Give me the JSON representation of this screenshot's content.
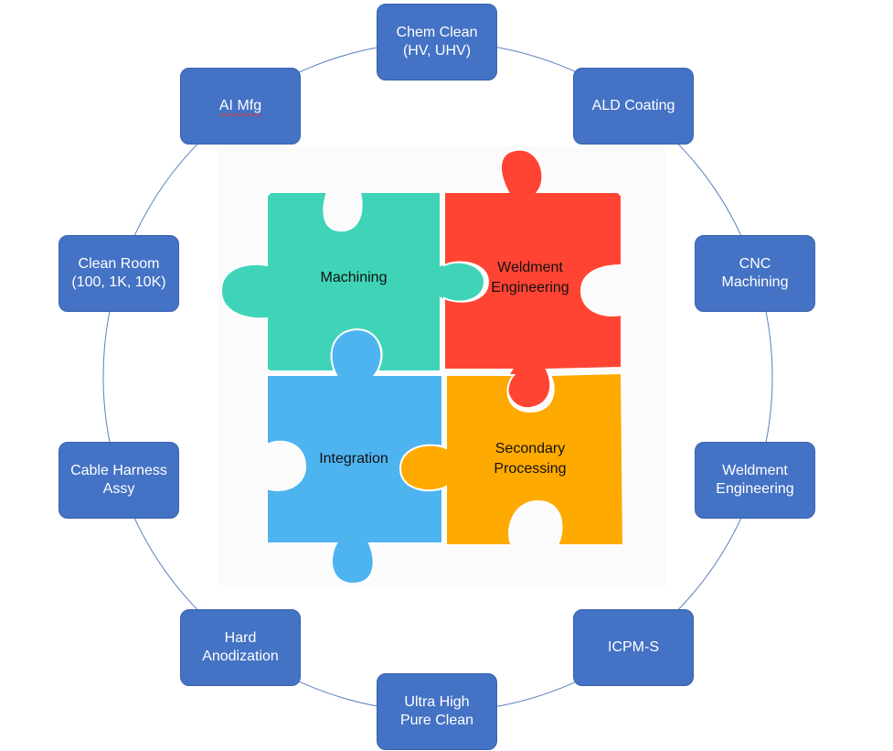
{
  "ring": {
    "nodes": [
      {
        "id": "chem-clean",
        "label": "Chem Clean\n(HV, UHV)"
      },
      {
        "id": "ald-coating",
        "label": "ALD Coating"
      },
      {
        "id": "cnc-machining",
        "label": "CNC\nMachining"
      },
      {
        "id": "weldment-engineering",
        "label": "Weldment\nEngineering"
      },
      {
        "id": "icpm-s",
        "label": "ICPM-S"
      },
      {
        "id": "ultra-high-pure-clean",
        "label": "Ultra High\nPure Clean"
      },
      {
        "id": "hard-anodization",
        "label": "Hard\nAnodization"
      },
      {
        "id": "cable-harness-assy",
        "label": "Cable Harness\nAssy"
      },
      {
        "id": "clean-room",
        "label": "Clean Room\n(100, 1K, 10K)"
      },
      {
        "id": "ai-mfg",
        "label": "AI Mfg"
      }
    ],
    "colors": {
      "node_fill": "#4472c4",
      "circle_stroke": "#5b7fbf"
    }
  },
  "puzzle": {
    "pieces": [
      {
        "id": "machining",
        "label": "Machining",
        "color": "#3fd4b8"
      },
      {
        "id": "weldment-engineering",
        "label": "Weldment\nEngineering",
        "color": "#ff4433"
      },
      {
        "id": "integration",
        "label": "Integration",
        "color": "#4eb4f0"
      },
      {
        "id": "secondary-processing",
        "label": "Secondary\nProcessing",
        "color": "#ffaa00"
      }
    ]
  }
}
